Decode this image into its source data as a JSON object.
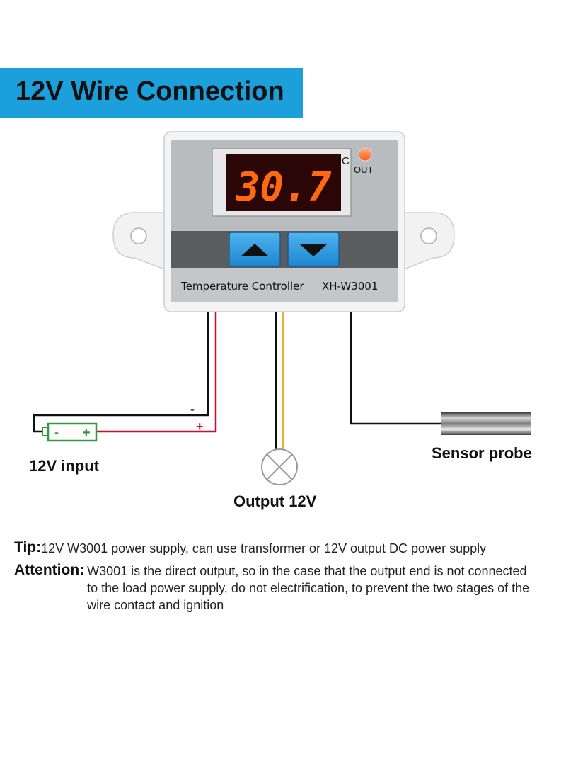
{
  "banner": {
    "title": "12V Wire Connection",
    "color": "#1ba0dc"
  },
  "device": {
    "display_value": "30.7",
    "unit": "°C",
    "out_label": "OUT",
    "name": "Temperature Controller",
    "model": "XH-W3001",
    "up_icon": "triangle-up-icon",
    "down_icon": "triangle-down-icon",
    "display_color": "#ff6a10"
  },
  "wiring": {
    "minus_sign": "-",
    "plus_sign": "+",
    "battery_minus": "-",
    "battery_plus": "+",
    "input_label": "12V input",
    "output_label": "Output 12V",
    "sensor_label": "Sensor probe",
    "lamp_icon": "lamp-icon",
    "red_wire_color": "#c8102e",
    "black_wire_color": "#111111",
    "yellow_wire_color": "#e8b23a"
  },
  "notes": {
    "tip_key": "Tip:",
    "tip_text": "12V W3001 power supply, can use transformer or 12V output DC power supply",
    "attention_key": "Attention:",
    "attention_text": "W3001 is the direct output, so in the case that the output end is not connected to the load power supply, do not electrification, to prevent the two stages of the wire contact and ignition"
  }
}
